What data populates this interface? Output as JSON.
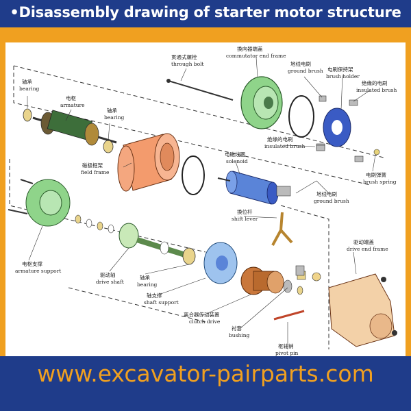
{
  "title": "•Disassembly drawing of starter motor structure",
  "footer": "www.excavator-pairparts.com",
  "colors": {
    "band": "#1f3c8a",
    "accent": "#f0a020",
    "panel": "#ffffff"
  },
  "labels": {
    "through_bolt": {
      "cn": "贯通式螺栓",
      "en": "through bolt"
    },
    "commutator_end_frame": {
      "cn": "换向器端盖",
      "en": "commutator end frame"
    },
    "ground_brush_top": {
      "cn": "地线电刷",
      "en": "ground brush"
    },
    "brush_holder": {
      "cn": "电刷保持架",
      "en": "brush holder"
    },
    "insulated_brush_top": {
      "cn": "绝缘的电刷",
      "en": "insulated brush"
    },
    "bearing_left": {
      "cn": "轴承",
      "en": "bearing"
    },
    "armature": {
      "cn": "电枢",
      "en": "armature"
    },
    "bearing_mid": {
      "cn": "轴承",
      "en": "bearing"
    },
    "field_frame": {
      "cn": "磁极框架",
      "en": "field frame"
    },
    "insulated_brush_mid": {
      "cn": "绝缘的电刷",
      "en": "insulated brush"
    },
    "solenoid": {
      "cn": "电磁线圈",
      "en": "solenoid"
    },
    "brush_spring": {
      "cn": "电刷弹簧",
      "en": "brush spring"
    },
    "ground_brush_mid": {
      "cn": "地线电刷",
      "en": "ground brush"
    },
    "shift_lever": {
      "cn": "换位杆",
      "en": "shift lever"
    },
    "armature_support": {
      "cn": "电枢支撑",
      "en": "armature support"
    },
    "drive_shaft": {
      "cn": "驱动轴",
      "en": "drive shaft"
    },
    "bearing_low": {
      "cn": "轴承",
      "en": "bearing"
    },
    "shaft_support": {
      "cn": "轴支撑",
      "en": "shaft support"
    },
    "clutch_drive": {
      "cn": "离合器传动装置",
      "en": "clutch drive"
    },
    "bushing": {
      "cn": "衬套",
      "en": "bushing"
    },
    "pivot_pin": {
      "cn": "枢轴销",
      "en": "pivot pin"
    },
    "drive_end_frame": {
      "cn": "驱动端盖",
      "en": "drive end frame"
    }
  }
}
